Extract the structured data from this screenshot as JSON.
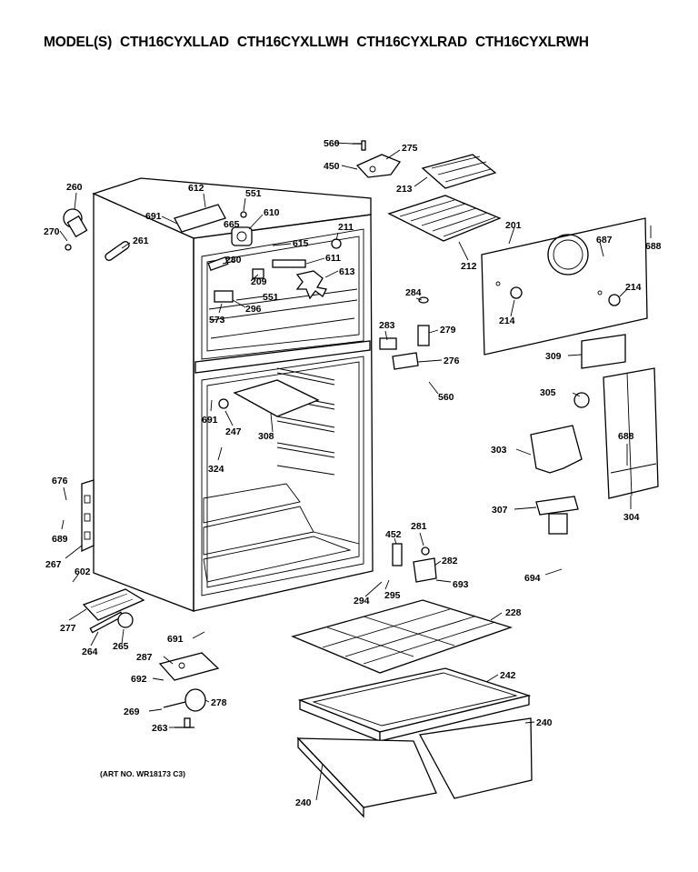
{
  "title": {
    "prefix": "MODEL(S)",
    "models": [
      "CTH16CYXLLAD",
      "CTH16CYXLLWH",
      "CTH16CYXLRAD",
      "CTH16CYXLRWH"
    ]
  },
  "art_number": "(ART NO. WR18173 C3)",
  "part_labels": [
    {
      "id": "p560a",
      "text": "560"
    },
    {
      "id": "p275",
      "text": "275"
    },
    {
      "id": "p450",
      "text": "450"
    },
    {
      "id": "p213",
      "text": "213"
    },
    {
      "id": "p260",
      "text": "260"
    },
    {
      "id": "p270",
      "text": "270"
    },
    {
      "id": "p261",
      "text": "261"
    },
    {
      "id": "p612",
      "text": "612"
    },
    {
      "id": "p691a",
      "text": "691"
    },
    {
      "id": "p665",
      "text": "665"
    },
    {
      "id": "p551a",
      "text": "551"
    },
    {
      "id": "p610",
      "text": "610"
    },
    {
      "id": "p211",
      "text": "211"
    },
    {
      "id": "p615",
      "text": "615"
    },
    {
      "id": "p280",
      "text": "280"
    },
    {
      "id": "p611",
      "text": "611"
    },
    {
      "id": "p209",
      "text": "209"
    },
    {
      "id": "p613",
      "text": "613"
    },
    {
      "id": "p551b",
      "text": "551"
    },
    {
      "id": "p573",
      "text": "573"
    },
    {
      "id": "p296",
      "text": "296"
    },
    {
      "id": "p212",
      "text": "212"
    },
    {
      "id": "p201",
      "text": "201"
    },
    {
      "id": "p687",
      "text": "687"
    },
    {
      "id": "p688a",
      "text": "688"
    },
    {
      "id": "p214a",
      "text": "214"
    },
    {
      "id": "p214b",
      "text": "214"
    },
    {
      "id": "p284",
      "text": "284"
    },
    {
      "id": "p283",
      "text": "283"
    },
    {
      "id": "p279",
      "text": "279"
    },
    {
      "id": "p276",
      "text": "276"
    },
    {
      "id": "p560b",
      "text": "560"
    },
    {
      "id": "p309",
      "text": "309"
    },
    {
      "id": "p305",
      "text": "305"
    },
    {
      "id": "p691b",
      "text": "691"
    },
    {
      "id": "p247",
      "text": "247"
    },
    {
      "id": "p308",
      "text": "308"
    },
    {
      "id": "p324",
      "text": "324"
    },
    {
      "id": "p688b",
      "text": "688"
    },
    {
      "id": "p303",
      "text": "303"
    },
    {
      "id": "p676",
      "text": "676"
    },
    {
      "id": "p689",
      "text": "689"
    },
    {
      "id": "p307",
      "text": "307"
    },
    {
      "id": "p304",
      "text": "304"
    },
    {
      "id": "p267",
      "text": "267"
    },
    {
      "id": "p602",
      "text": "602"
    },
    {
      "id": "p452",
      "text": "452"
    },
    {
      "id": "p281",
      "text": "281"
    },
    {
      "id": "p282",
      "text": "282"
    },
    {
      "id": "p693",
      "text": "693"
    },
    {
      "id": "p694",
      "text": "694"
    },
    {
      "id": "p294",
      "text": "294"
    },
    {
      "id": "p295",
      "text": "295"
    },
    {
      "id": "p228",
      "text": "228"
    },
    {
      "id": "p277",
      "text": "277"
    },
    {
      "id": "p691c",
      "text": "691"
    },
    {
      "id": "p264",
      "text": "264"
    },
    {
      "id": "p265",
      "text": "265"
    },
    {
      "id": "p287",
      "text": "287"
    },
    {
      "id": "p242",
      "text": "242"
    },
    {
      "id": "p692",
      "text": "692"
    },
    {
      "id": "p269",
      "text": "269"
    },
    {
      "id": "p278",
      "text": "278"
    },
    {
      "id": "p240a",
      "text": "240"
    },
    {
      "id": "p263",
      "text": "263"
    },
    {
      "id": "p240b",
      "text": "240"
    }
  ]
}
